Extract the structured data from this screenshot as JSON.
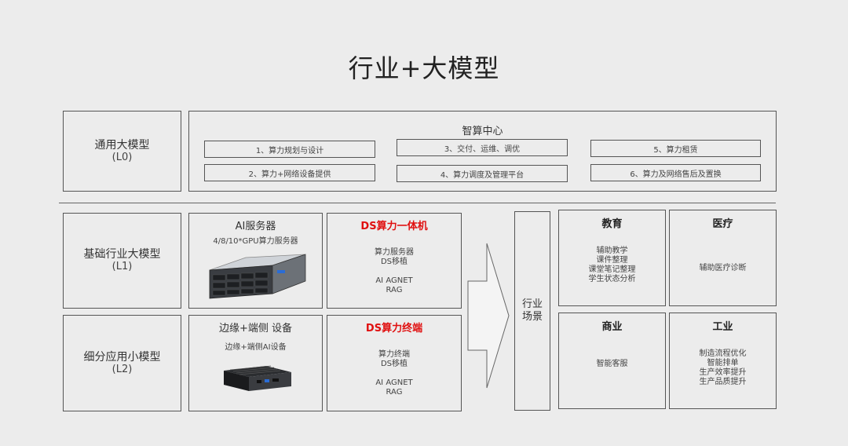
{
  "title": "行业+大模型",
  "tiers": {
    "l0": {
      "name": "通用大模型",
      "code": "(L0)"
    },
    "l1": {
      "name": "基础行业大模型",
      "code": "(L1)"
    },
    "l2": {
      "name": "细分应用小模型",
      "code": "(L2)"
    }
  },
  "zhisuan": {
    "title": "智算中心",
    "services": [
      "1、算力规划与设计",
      "2、算力+网络设备提供",
      "3、交付、运维、调优",
      "4、算力调度及管理平台",
      "5、算力租赁",
      "6、算力及网络售后及置换"
    ]
  },
  "ai_server": {
    "title": "AI服务器",
    "subtitle": "4/8/10*GPU算力服务器"
  },
  "ds_all_in_one": {
    "title": "DS算力一体机",
    "lines_a": [
      "算力服务器",
      "DS移植"
    ],
    "lines_b": [
      "AI AGNET",
      "RAG"
    ]
  },
  "edge": {
    "title": "边缘+端侧 设备",
    "subtitle": "边缘+端侧AI设备"
  },
  "ds_terminal": {
    "title": "DS算力终端",
    "lines_a": [
      "算力终端",
      "DS移植"
    ],
    "lines_b": [
      "AI AGNET",
      "RAG"
    ]
  },
  "industry_scenes": {
    "label_1": "行业",
    "label_2": "场景"
  },
  "scenes": {
    "education": {
      "title": "教育",
      "items": [
        "辅助教学",
        "课件整理",
        "课堂笔记整理",
        "学生状态分析"
      ]
    },
    "medical": {
      "title": "医疗",
      "items": [
        "辅助医疗诊断"
      ]
    },
    "business": {
      "title": "商业",
      "items": [
        "智能客服"
      ]
    },
    "industry": {
      "title": "工业",
      "items": [
        "制造流程优化",
        "智能排单",
        "生产效率提升",
        "生产品质提升"
      ]
    }
  },
  "colors": {
    "accent_red": "#e01010",
    "border": "#555555",
    "background": "#ececec"
  }
}
